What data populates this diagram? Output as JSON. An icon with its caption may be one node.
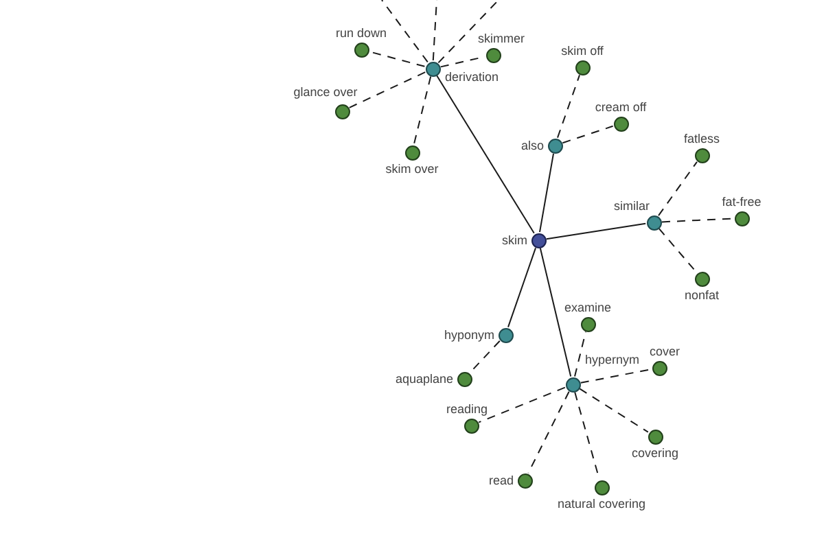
{
  "diagram": {
    "nodes": [
      {
        "text": [
          "run down"
        ]
      },
      {
        "text": [
          "derivation"
        ]
      },
      {
        "text": [
          "skimmer"
        ]
      },
      {
        "text": [
          "skim off"
        ]
      },
      {
        "text": [
          "glance over"
        ]
      },
      {
        "text": [
          "cream off"
        ]
      },
      {
        "text": [
          "also"
        ]
      },
      {
        "text": [
          "skim over"
        ]
      },
      {
        "text": [
          "fatless"
        ]
      },
      {
        "text": [
          "fat-free"
        ]
      },
      {
        "text": [
          "similar"
        ]
      },
      {
        "text": [
          "skim"
        ]
      },
      {
        "text": [
          "nonfat"
        ]
      },
      {
        "text": [
          "examine"
        ]
      },
      {
        "text": [
          "hyponym"
        ]
      },
      {
        "text": [
          "cover"
        ]
      },
      {
        "text": [
          "hypernym"
        ]
      },
      {
        "text": [
          "reading"
        ]
      },
      {
        "text": [
          "aquaplane"
        ]
      },
      {
        "text": [
          "covering"
        ]
      },
      {
        "text": [
          "read"
        ]
      },
      {
        "text": [
          "natural covering"
        ]
      }
    ],
    "edges": [
      {
        "from": 11,
        "to": 1,
        "arrow": "none"
      },
      {
        "from": 11,
        "to": 6,
        "arrow": "none"
      },
      {
        "from": 11,
        "to": 10,
        "arrow": "none"
      },
      {
        "from": 11,
        "to": 14,
        "arrow": "none"
      },
      {
        "from": 11,
        "to": 16,
        "arrow": "none"
      },
      {
        "from": 1,
        "to": 0,
        "arrow": "none",
        "style": "dashed"
      },
      {
        "from": 1,
        "to": 2,
        "arrow": "none",
        "style": "dashed"
      },
      {
        "from": 1,
        "to": 4,
        "arrow": "none",
        "style": "dashed"
      },
      {
        "from": 1,
        "to": 7,
        "arrow": "none",
        "style": "dashed"
      },
      {
        "from": 1,
        "to": null,
        "arrow": "none",
        "style": "dashed"
      },
      {
        "from": 1,
        "to": null,
        "arrow": "none",
        "style": "dashed"
      },
      {
        "from": 1,
        "to": null,
        "arrow": "none",
        "style": "dashed"
      },
      {
        "from": 6,
        "to": 3,
        "arrow": "none",
        "style": "dashed"
      },
      {
        "from": 6,
        "to": 5,
        "arrow": "none",
        "style": "dashed"
      },
      {
        "from": 10,
        "to": 8,
        "arrow": "none",
        "style": "dashed"
      },
      {
        "from": 10,
        "to": 9,
        "arrow": "none",
        "style": "dashed"
      },
      {
        "from": 10,
        "to": 12,
        "arrow": "none",
        "style": "dashed"
      },
      {
        "from": 16,
        "to": 13,
        "arrow": "none",
        "style": "dashed"
      },
      {
        "from": 16,
        "to": 15,
        "arrow": "none",
        "style": "dashed"
      },
      {
        "from": 16,
        "to": 17,
        "arrow": "none",
        "style": "dashed"
      },
      {
        "from": 16,
        "to": 19,
        "arrow": "none",
        "style": "dashed"
      },
      {
        "from": 16,
        "to": 20,
        "arrow": "none",
        "style": "dashed"
      },
      {
        "from": 16,
        "to": 21,
        "arrow": "none",
        "style": "dashed"
      },
      {
        "from": 14,
        "to": 18,
        "arrow": "none",
        "style": "dashed"
      }
    ]
  }
}
